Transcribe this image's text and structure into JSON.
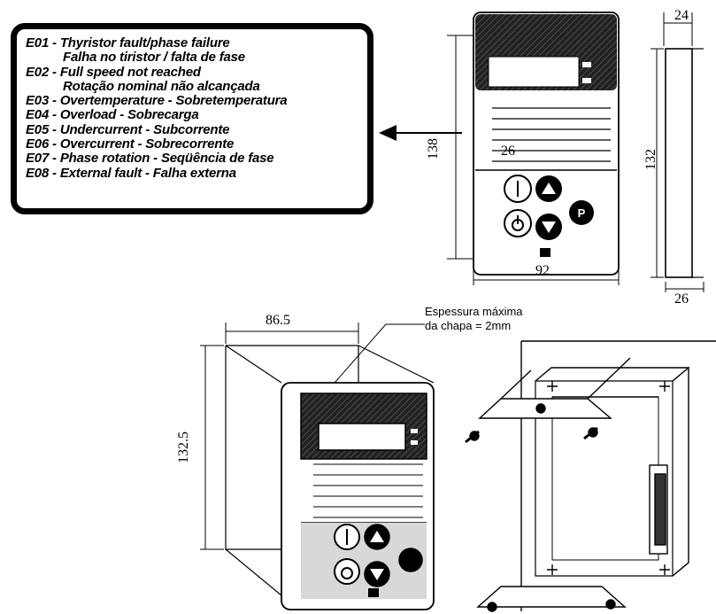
{
  "legend": {
    "items": [
      {
        "code": "E01",
        "en": "Thyristor fault/phase failure",
        "pt": "Falha no tiristor / falta de fase"
      },
      {
        "code": "E02",
        "en": "Full speed not reached",
        "pt": "Rotação nominal não alcançada"
      },
      {
        "code": "E03",
        "en": "Overtemperature - Sobretemperatura",
        "pt": ""
      },
      {
        "code": "E04",
        "en": "Overload - Sobrecarga",
        "pt": ""
      },
      {
        "code": "E05",
        "en": "Undercurrent - Subcorrente",
        "pt": ""
      },
      {
        "code": "E06",
        "en": "Overcurrent - Sobrecorrente",
        "pt": ""
      },
      {
        "code": "E07",
        "en": "Phase rotation - Seqüência de fase",
        "pt": ""
      },
      {
        "code": "E08",
        "en": "External fault - Falha externa",
        "pt": ""
      }
    ]
  },
  "dimensions": {
    "front_height": "138",
    "front_width": "92",
    "display_label": "26",
    "side_height": "132",
    "side_depth_top": "24",
    "side_depth_bottom": "26",
    "iso_width": "86.5",
    "iso_height": "132.5"
  },
  "note": {
    "line1": "Espessura máxima",
    "line2": "da chapa = 2mm"
  },
  "keys": {
    "start": "I",
    "stop": "0",
    "program": "P"
  }
}
